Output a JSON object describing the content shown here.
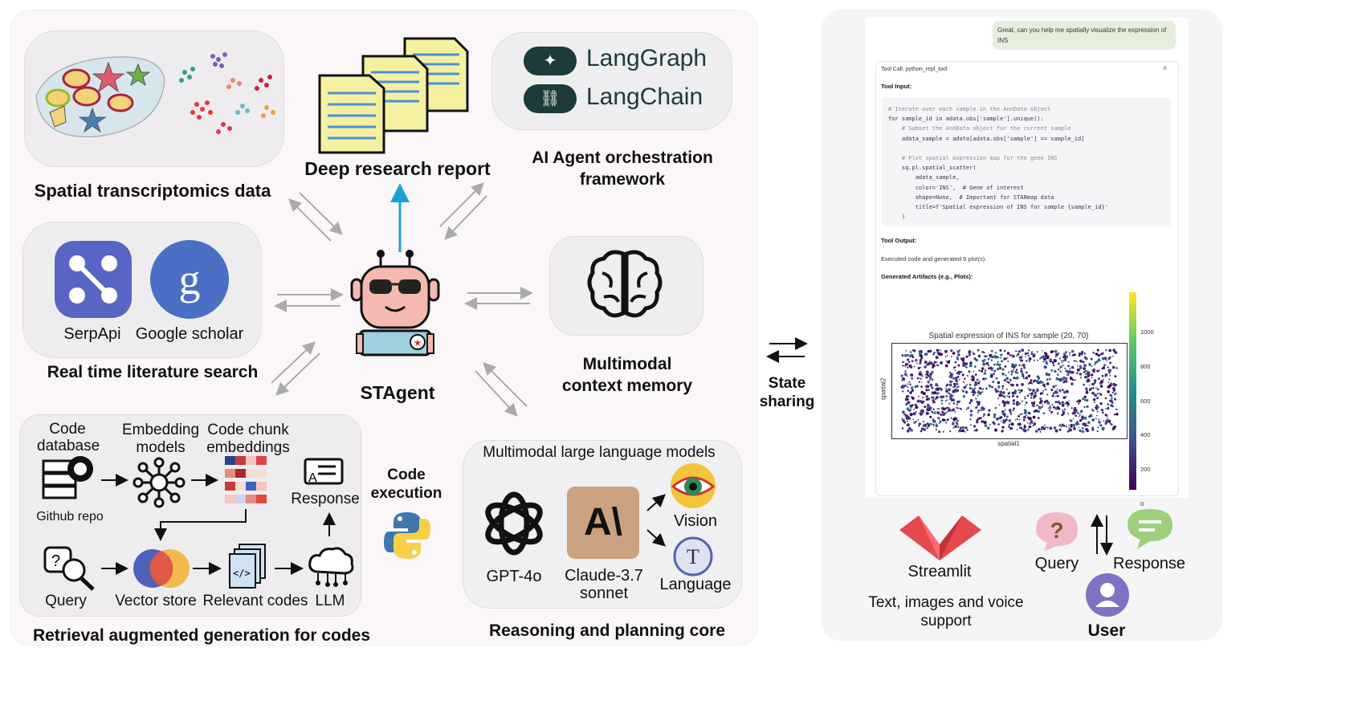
{
  "spatial": {
    "label": "Spatial transcriptomics data"
  },
  "report": {
    "label": "Deep research report"
  },
  "orchestration": {
    "langgraph": "LangGraph",
    "langchain": "LangChain",
    "label": "AI Agent orchestration framework"
  },
  "literature": {
    "serpapi": "SerpApi",
    "scholar": "Google scholar",
    "label": "Real time literature search"
  },
  "agent": {
    "label": "STAgent"
  },
  "memory": {
    "label": "Multimodal context memory"
  },
  "rag": {
    "code_database": "Code database",
    "github_repo": "Github repo",
    "embedding_models": "Embedding models",
    "chunk_embeddings": "Code chunk embeddings",
    "response": "Response",
    "query": "Query",
    "vector_store": "Vector store",
    "relevant_codes": "Relevant codes",
    "llm": "LLM",
    "label": "Retrieval augmented generation for codes"
  },
  "execution": {
    "label": "Code execution"
  },
  "mllm": {
    "title": "Multimodal large language models",
    "gpt": "GPT-4o",
    "claude": "Claude-3.7 sonnet",
    "vision": "Vision",
    "language": "Language",
    "label": "Reasoning and planning core"
  },
  "state": {
    "label": "State sharing"
  },
  "ui": {
    "user_msg": "Great, can you help me spatially visualize the expression of INS",
    "tool_call": "Tool Call: python_repl_tool",
    "tool_input": "Tool Input:",
    "code_lines": [
      "# Iterate over each sample in the AnnData object",
      "for sample_id in adata.obs['sample'].unique():",
      "    # Subset the AnnData object for the current sample",
      "    adata_sample = adata[adata.obs['sample'] == sample_id]",
      "",
      "    # Plot spatial expression map for the gene INS",
      "    sq.pl.spatial_scatter(",
      "        adata_sample,",
      "        color='INS',  # Gene of interest",
      "        shape=None,  # Important for STARmap data",
      "        title=f'Spatial expression of INS for sample {sample_id}'",
      "    )"
    ],
    "tool_output": "Tool Output:",
    "executed": "Executed code and generated 9 plot(s).",
    "artifacts": "Generated Artifacts (e.g., Plots):",
    "plot_title": "Spatial expression of INS for sample (20, 70)",
    "xlabel": "spatial1",
    "ylabel": "spatial2",
    "colorbar_ticks": [
      "1000",
      "800",
      "600",
      "400",
      "200",
      "0"
    ],
    "streamlit": "Streamlit",
    "support": "Text, images and voice support",
    "query": "Query",
    "response": "Response",
    "user": "User"
  }
}
